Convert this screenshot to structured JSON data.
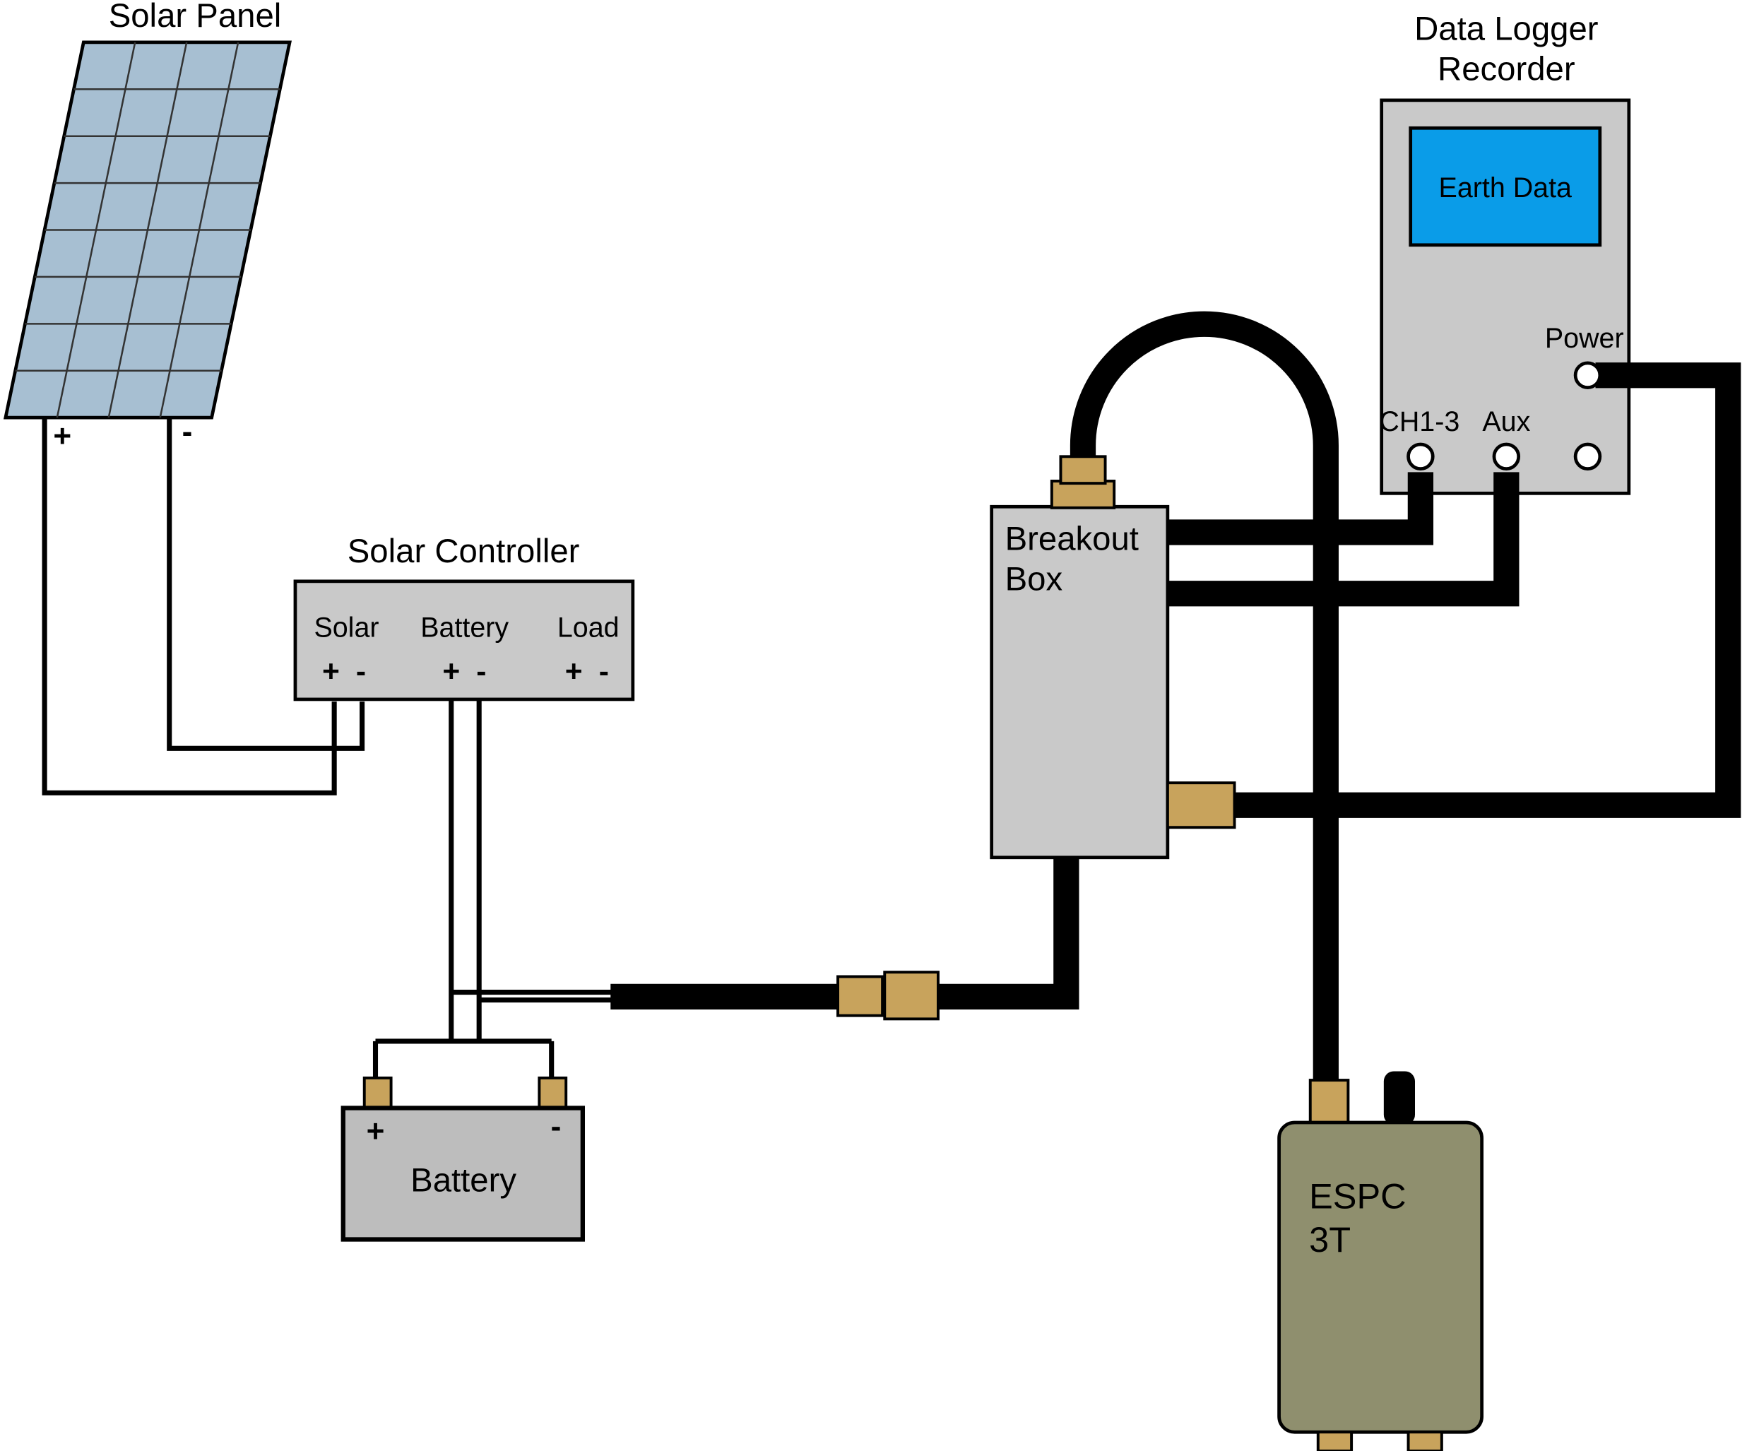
{
  "diagram": {
    "type": "wiring-diagram",
    "colors": {
      "box_gray": "#c9c9c9",
      "battery_gray": "#bdbdbd",
      "panel_blue": "#a7bfd2",
      "espc_olive": "#8f8f6e",
      "connector_tan": "#c8a35c",
      "screen_blue": "#0a9ce8",
      "wire_black": "#000000"
    },
    "solar_panel": {
      "label": "Solar Panel",
      "plus": "+",
      "minus": "-"
    },
    "solar_controller": {
      "title": "Solar Controller",
      "terminals": [
        {
          "label": "Solar",
          "plus": "+",
          "minus": "-"
        },
        {
          "label": "Battery",
          "plus": "+",
          "minus": "-"
        },
        {
          "label": "Load",
          "plus": "+",
          "minus": "-"
        }
      ]
    },
    "battery": {
      "label": "Battery",
      "plus": "+",
      "minus": "-"
    },
    "breakout_box": {
      "label_line1": "Breakout",
      "label_line2": "Box"
    },
    "data_logger": {
      "title_line1": "Data Logger",
      "title_line2": "Recorder",
      "screen_label": "Earth Data",
      "power_label": "Power",
      "ch_label": "CH1-3",
      "aux_label": "Aux"
    },
    "espc": {
      "label_line1": "ESPC",
      "label_line2": "3T"
    },
    "connections": [
      {
        "from": "Solar Panel +",
        "to": "Solar Controller Solar +",
        "type": "thin-wire"
      },
      {
        "from": "Solar Panel -",
        "to": "Solar Controller Solar -",
        "type": "thin-wire"
      },
      {
        "from": "Solar Controller Battery +",
        "to": "Battery +",
        "type": "thin-wire"
      },
      {
        "from": "Solar Controller Battery -",
        "to": "Battery -",
        "type": "thin-wire"
      },
      {
        "from": "Battery / Controller wires",
        "to": "Breakout Box bottom",
        "type": "thick-cable-with-inline-connector"
      },
      {
        "from": "Breakout Box top connector",
        "to": "ESPC 3T top connector",
        "type": "thick-cable-arc"
      },
      {
        "from": "Breakout Box right side",
        "to": "Data Logger CH1-3 port",
        "type": "thick-cable"
      },
      {
        "from": "Breakout Box right side",
        "to": "Data Logger Aux port",
        "type": "thick-cable"
      },
      {
        "from": "Data Logger Power port",
        "to": "Breakout Box side connector",
        "type": "thick-cable"
      }
    ]
  }
}
